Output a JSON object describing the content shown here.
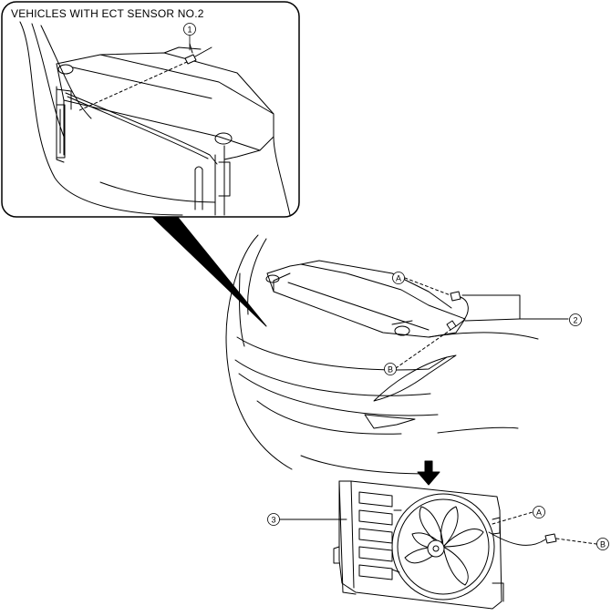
{
  "inset": {
    "title": "VEHICLES WITH ECT SENSOR NO.2"
  },
  "callouts": {
    "c1": "1",
    "c2": "2",
    "c3": "3",
    "a_top": "A",
    "b_top": "B",
    "a_fan": "A",
    "b_fan": "B"
  },
  "colors": {
    "line": "#000000",
    "background": "#ffffff"
  },
  "icons": {
    "install_direction": "down-arrow-icon"
  }
}
